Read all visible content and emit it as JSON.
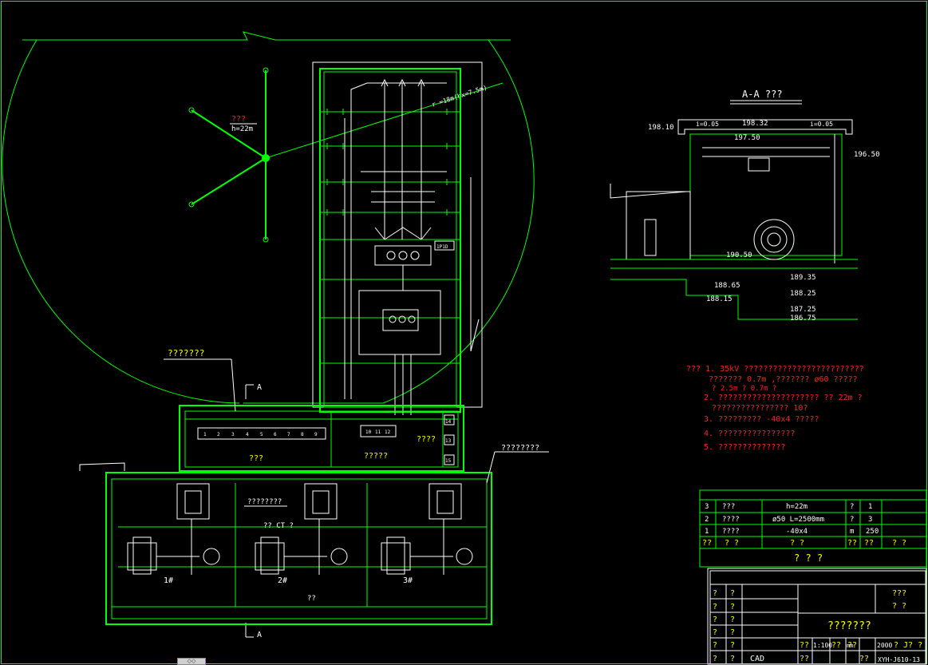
{
  "drawing": {
    "section_title": "A-A ???",
    "section_mark": "A",
    "plan_labels": {
      "mast_label": "???",
      "mast_height": "h=22m",
      "radius": "r =18m(hx=7.5m)",
      "ground_label": "???????",
      "room1": "???",
      "room2": "?????",
      "room3": "????",
      "room4": "????????",
      "ct_label": "?? CT ?",
      "bottom_label": "??",
      "right_label": "????????",
      "tag": "1P1D",
      "units": [
        "1#",
        "2#",
        "3#"
      ],
      "cabinets": [
        "1",
        "2",
        "3",
        "4",
        "5",
        "6",
        "7",
        "8",
        "9"
      ],
      "cabinets2": [
        "10",
        "11",
        "12"
      ],
      "side_cabinets": [
        "14",
        "13",
        "15"
      ]
    },
    "elevations": [
      "198.10",
      "198.32",
      "197.50",
      "196.50",
      "190.50",
      "189.35",
      "188.65",
      "188.25",
      "188.15",
      "187.25",
      "186.75"
    ],
    "slopes": [
      "i=0.05",
      "i=0.05"
    ],
    "notes": [
      "??? 1. 35kV ?????????????????????????",
      "???????   0.7m  ,??????? ø60   ?????",
      "? 2.5m    ? 0.7m        ?",
      "2. ?????????????????????     ?? 22m  ?",
      "????????????????     10?",
      "3. ?????????   -40x4    ?????",
      "4. ????????????????",
      "5. ??????????????"
    ],
    "materials": {
      "rows": [
        [
          "3",
          "???",
          "h=22m",
          "?",
          "1"
        ],
        [
          "2",
          "????",
          "ø50  L=2500mm",
          "?",
          "3"
        ],
        [
          "1",
          "????",
          "-40x4",
          "m",
          "250"
        ]
      ],
      "header": [
        "??",
        "? ?",
        "? ?",
        "??",
        "??",
        "? ?"
      ],
      "title": "? ? ?"
    },
    "title_block": {
      "left_cells": [
        "?",
        "?",
        "?",
        "?",
        "?",
        "?",
        "?",
        "?",
        "?",
        "?",
        "?",
        "?"
      ],
      "cad": "CAD",
      "org": "???",
      "org2": "?  ?",
      "drawing_name": "???????",
      "scale": "1:100",
      "scale_label": "??",
      "unit": "mm",
      "unit_label": "??",
      "date": "2000",
      "sheet": "? J? ?",
      "number": "XYH-J610-13"
    },
    "scroll_tab": "◇◇"
  }
}
